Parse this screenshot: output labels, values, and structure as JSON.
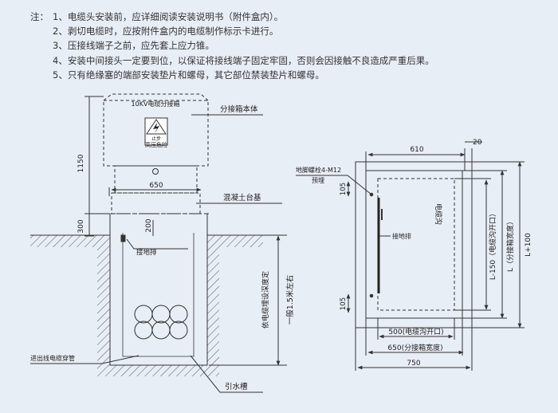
{
  "notes": {
    "prefix": "注：",
    "items": [
      "1、电缆头安装前，应详细阅读安装说明书（附件盒内）。",
      "2、剥切电缆时，应按附件盒内的电缆制作标示卡进行。",
      "3、压接线端子之前，应先套上应力锥。",
      "4、安装中间接头一定要到位，以保证将接线端子固定牢固，否则会因接触不良造成严重后果。",
      "5、只有绝缘塞的端部安装垫片和螺母，其它部位禁装垫片和螺母。"
    ]
  },
  "left_view": {
    "box_title": "10KV电缆分接箱",
    "warning_line1": "止步",
    "warning_line2": "高压危险",
    "dim_1150": "1150",
    "dim_300": "300",
    "dim_650": "650",
    "dim_200": "200",
    "label_body": "分接箱本体",
    "label_base": "混凝土台基",
    "label_ground": "接地排",
    "label_conduit": "进出线电缆穿管",
    "label_drain": "引水槽",
    "label_depth1": "依电缆埋设深度定",
    "label_depth2": "一般1.5米左右"
  },
  "right_view": {
    "dim_610": "610",
    "dim_20": "20",
    "dim_105_top": "105",
    "dim_105_bottom": "105",
    "label_bolt": "地脚螺栓4-M12",
    "label_embed": "预埋",
    "label_ground": "接地排",
    "label_trench": "电缆沟",
    "dim_500": "500(电缆沟开口)",
    "dim_650": "650(分接箱宽度)",
    "dim_750": "750",
    "dim_L150": "L-150（电缆沟开口）",
    "dim_L": "L（分接箱宽度）",
    "dim_L100": "L+100"
  }
}
